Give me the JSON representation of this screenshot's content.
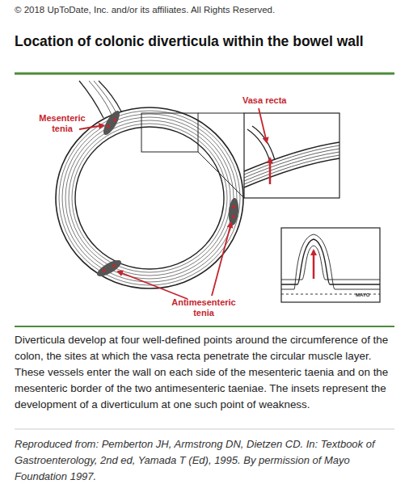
{
  "diagram": {
    "title": "Location of colonic diverticula within the bowel wall",
    "caption": "Diverticula develop at four well-defined points around the circumference of the colon, the sites at which the vasa recta penetrate the circular muscle layer. These vessels enter the wall on each side of the mesenteric taenia and on the mesenteric border of the two antimesenteric taeniae. The insets represent the development of a diverticulum at one such point of weakness.",
    "labels": [
      "© 2018 UpToDate, Inc. and/or its affiliates. All Rights Reserved.",
      "Vasa recta",
      "Mesenteric tenia",
      "Antimesenteric tenia",
      "MAYO",
      "Reproduced from: Pemberton JH, Armstrong DN, Dietzen CD. In: Textbook of Gastroenterology, 2nd ed, Yamada T (Ed), 1995. By permission of Mayo Foundation 1997."
    ]
  }
}
